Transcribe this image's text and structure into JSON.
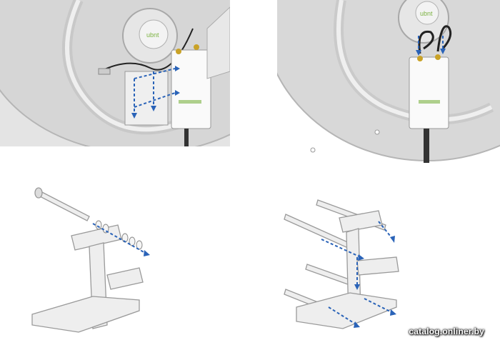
{
  "images": {
    "panel1": {
      "label": "dish-mount-radio-step",
      "device_brand": "ubnt"
    },
    "panel2": {
      "label": "dish-connect-cables-step",
      "device_brand": "ubnt"
    },
    "panel3": {
      "label": "bracket-bolt-assembly-step"
    },
    "panel4": {
      "label": "bracket-pole-mount-step"
    }
  },
  "colors": {
    "dish": "#dadada",
    "dish_shadow": "#c4c4c4",
    "arrow": "#2a63b8",
    "bracket": "#eeeeee",
    "outline": "#9a9a9a",
    "connector": "#c9a227",
    "status_green": "#7cb342"
  },
  "watermark": "catalog.onliner.by"
}
